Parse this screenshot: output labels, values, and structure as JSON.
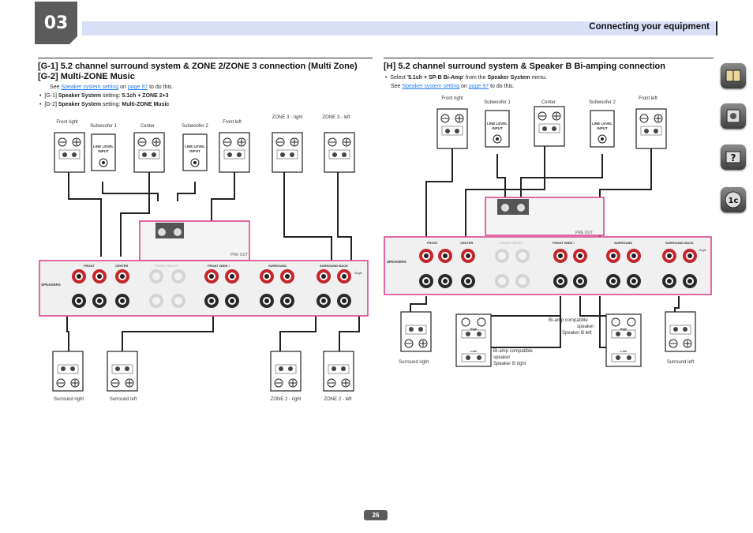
{
  "header": {
    "chapter": "03",
    "section": "Connecting your equipment"
  },
  "left": {
    "title_1": "[G-1] 5.2 channel surround system & ZONE 2/ZONE 3 connection (Multi Zone)",
    "title_2": "[G-2] Multi-ZONE Music",
    "see_prefix": "See ",
    "see_link": "Speaker system setting",
    "see_on": " on ",
    "see_page": "page 97",
    "see_suffix": " to do this.",
    "b1_prefix": "[G-1] ",
    "b1_key": "Speaker System",
    "b1_mid": " setting: ",
    "b1_val": "5.1ch + ZONE 2+3",
    "b2_prefix": "[G-2] ",
    "b2_key": "Speaker System",
    "b2_mid": " setting: ",
    "b2_val": "Multi-ZONE Music",
    "labels": {
      "front_right": "Front right",
      "sub1": "Subwoofer 1",
      "center": "Center",
      "sub2": "Subwoofer 2",
      "front_left": "Front left",
      "zone3_right": "ZONE 3 - right",
      "zone3_left": "ZONE 3 - left",
      "surround_right": "Surround right",
      "surround_left": "Surround left",
      "zone2_right": "ZONE 2 - right",
      "zone2_left": "ZONE 2 - left",
      "line_level": "LINE LEVEL",
      "input": "INPUT",
      "speakers": "SPEAKERS",
      "front": "FRONT",
      "center_t": "CENTER",
      "front_height": "FRONT HEIGHT",
      "front_wide": "FRONT WIDE /",
      "surround": "SURROUND",
      "surround_back": "SURROUND BACK",
      "preout": "PRE OUT",
      "single": "Single"
    }
  },
  "right": {
    "title": "[H] 5.2 channel surround system & Speaker B Bi-amping connection",
    "l1_prefix": "Select '",
    "l1_key": "5.1ch + SP-B Bi-Amp",
    "l1_mid": "' from the ",
    "l1_menu": "Speaker System",
    "l1_suffix": " menu.",
    "see_prefix": "See ",
    "see_link": "Speaker system setting",
    "see_on": " on ",
    "see_page": "page 97",
    "see_suffix": " to do this.",
    "labels": {
      "front_right": "Front right",
      "sub1": "Subwoofer 1",
      "center": "Center",
      "sub2": "Subwoofer 2",
      "front_left": "Front left",
      "surround_right": "Surround right",
      "surround_left": "Surround left",
      "biamp_left_1": "Bi-amp compatible",
      "biamp_left_2": "speaker",
      "biamp_left_3": "Speaker B left",
      "biamp_right_1": "Bi-amp compatible",
      "biamp_right_2": "speaker",
      "biamp_right_3": "Speaker B right",
      "high": "High",
      "low": "Low"
    }
  },
  "footer": {
    "page": "26"
  },
  "colors": {
    "accent_pink": "#d9468f",
    "red_terminal": "#c2272d",
    "section_bar": "#d9dff6",
    "link": "#2b7de9"
  }
}
